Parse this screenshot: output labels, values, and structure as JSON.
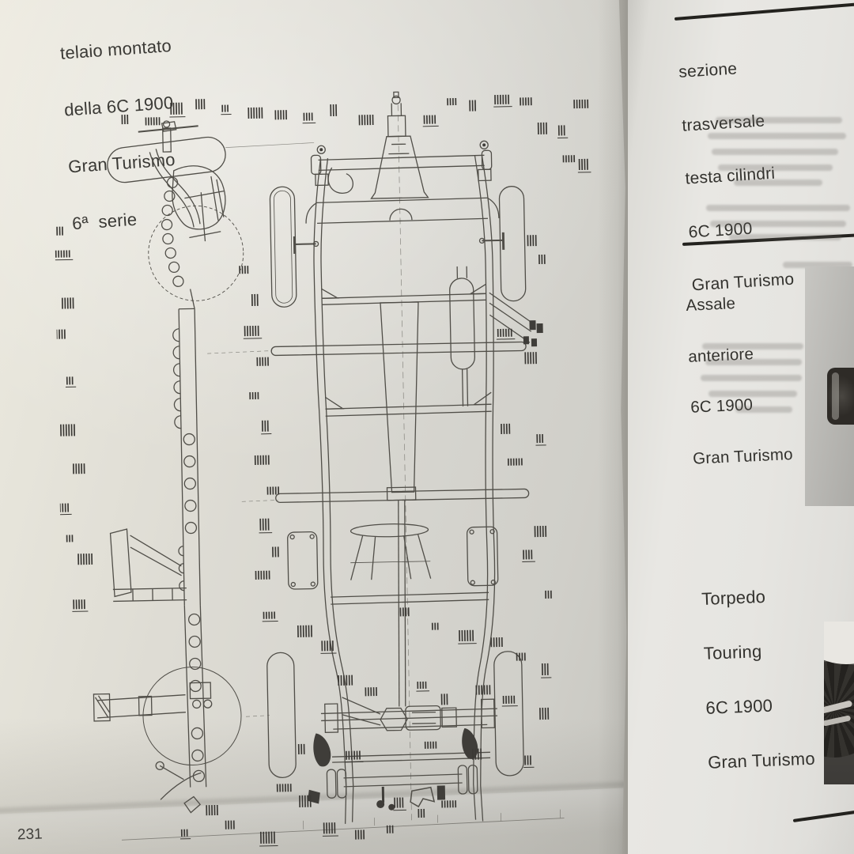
{
  "left_page": {
    "caption_lines": [
      "telaio montato",
      "della 6C 1900",
      "Gran Turismo",
      "6ª  serie"
    ],
    "page_number": "231"
  },
  "right_page": {
    "sections": [
      {
        "caption_lines": [
          "sezione",
          "trasversale",
          "testa cilindri",
          "6C 1900",
          "Gran Turismo"
        ]
      },
      {
        "caption_lines": [
          "Assale",
          "anteriore",
          "6C 1900",
          "Gran Turismo"
        ]
      },
      {
        "caption_lines": [
          "Torpedo",
          "Touring",
          "6C 1900",
          "Gran Turismo"
        ]
      }
    ]
  },
  "colors": {
    "page_left": "#d9d8d2",
    "page_right": "#e6e5e1",
    "ink": "#504e48",
    "caption_text": "#33322e",
    "rule": "#23221e"
  }
}
